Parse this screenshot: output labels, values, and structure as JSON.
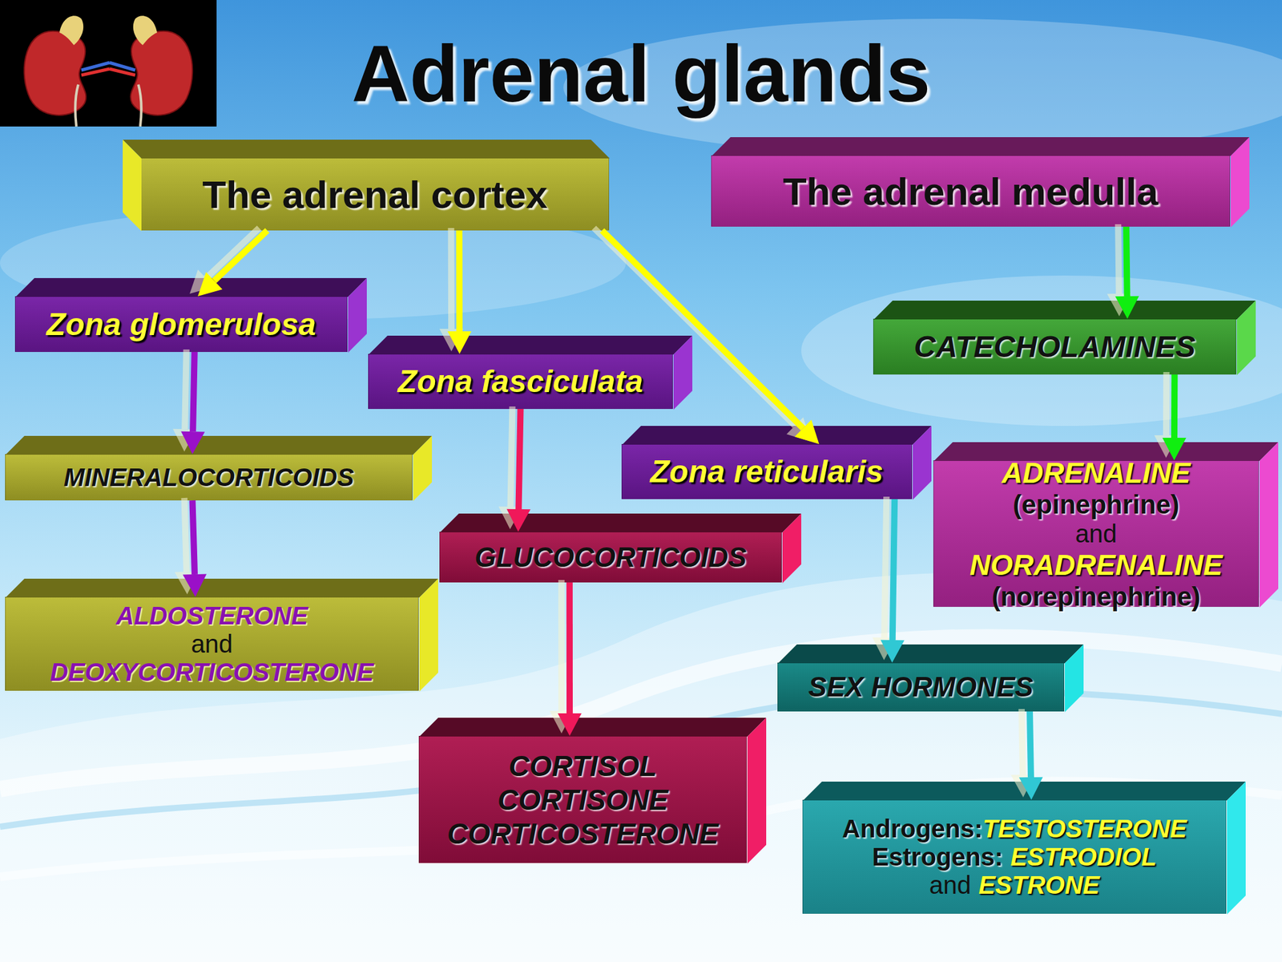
{
  "diagram": {
    "title": "Adrenal glands",
    "nodes": [
      {
        "text": [
          "The adrenal cortex"
        ]
      },
      {
        "text": [
          "The adrenal medulla"
        ]
      },
      {
        "text": [
          "Zona glomerulosa"
        ]
      },
      {
        "text": [
          "Zona fasciculata"
        ]
      },
      {
        "text": [
          "Zona reticularis"
        ]
      },
      {
        "text": [
          "CATECHOLAMINES"
        ]
      },
      {
        "text": [
          "MINERALOCORTICOIDS"
        ]
      },
      {
        "text": [
          "GLUCOCORTICOIDS"
        ]
      },
      {
        "text": [
          "SEX HORMONES"
        ]
      },
      {
        "text": [
          "ADRENALINE",
          "(epinephrine)",
          "and",
          "NORADRENALINE",
          "(norepinephrine)"
        ]
      },
      {
        "text": [
          "ALDOSTERONE",
          "and",
          "DEOXYCORTICOSTERONE"
        ]
      },
      {
        "text": [
          "CORTISOL",
          "CORTISONE",
          "CORTICOSTERONE"
        ]
      },
      {
        "text": [
          "Androgens:",
          "TESTOSTERONE",
          "Estrogens:",
          "ESTRODIOL",
          "and",
          "ESTRONE"
        ]
      }
    ],
    "edges": [
      {
        "from": 0,
        "to": 2,
        "arrow": "to"
      },
      {
        "from": 0,
        "to": 3,
        "arrow": "to"
      },
      {
        "from": 0,
        "to": 4,
        "arrow": "to"
      },
      {
        "from": 1,
        "to": 5,
        "arrow": "to"
      },
      {
        "from": 2,
        "to": 6,
        "arrow": "to"
      },
      {
        "from": 6,
        "to": 10,
        "arrow": "to"
      },
      {
        "from": 3,
        "to": 7,
        "arrow": "to"
      },
      {
        "from": 7,
        "to": 11,
        "arrow": "to"
      },
      {
        "from": 4,
        "to": 8,
        "arrow": "to"
      },
      {
        "from": 8,
        "to": 12,
        "arrow": "to"
      },
      {
        "from": 5,
        "to": 9,
        "arrow": "to"
      }
    ]
  }
}
